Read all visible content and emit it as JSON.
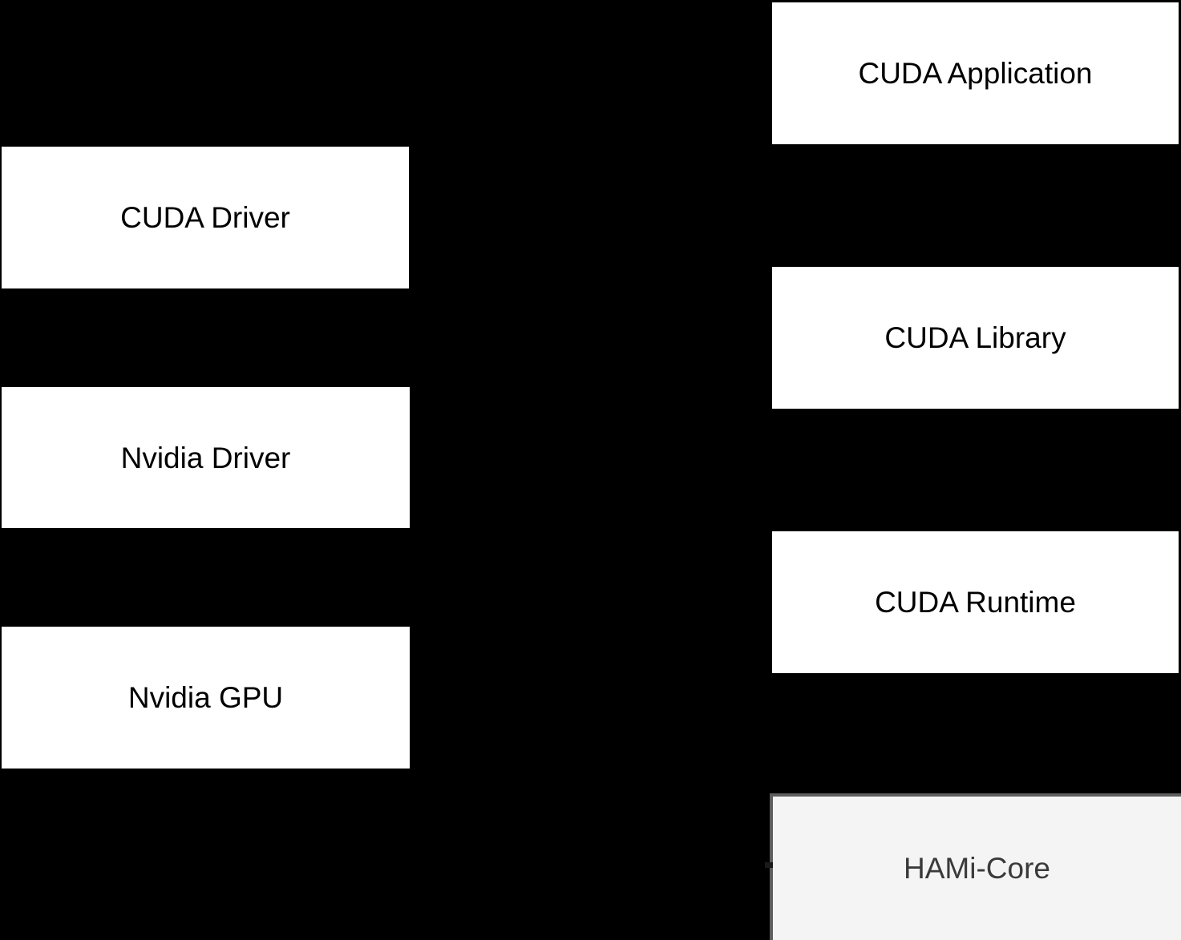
{
  "diagram": {
    "colors": {
      "background": "#000000",
      "box_fill": "#ffffff",
      "box_text": "#000000",
      "hami_fill": "#f4f4f4",
      "hami_border": "#5e5e5e",
      "hami_text": "#3a3a3a"
    },
    "left_column": {
      "boxes": [
        {
          "label": "CUDA Driver"
        },
        {
          "label": "Nvidia Driver"
        },
        {
          "label": "Nvidia GPU"
        }
      ]
    },
    "right_column": {
      "boxes": [
        {
          "label": "CUDA Application"
        },
        {
          "label": "CUDA Library"
        },
        {
          "label": "CUDA Runtime"
        },
        {
          "label": "HAMi-Core"
        }
      ]
    }
  }
}
